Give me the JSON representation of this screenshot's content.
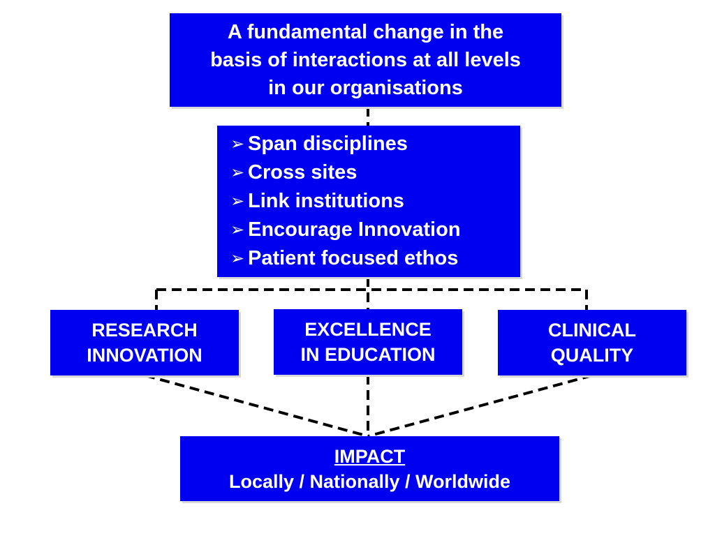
{
  "diagram": {
    "top_box": {
      "lines": [
        "A fundamental change in the",
        "basis of interactions at all levels",
        "in our organisations"
      ]
    },
    "bullet_box": {
      "bullet_glyph": "➢",
      "items": [
        "Span disciplines",
        "Cross sites",
        "Link institutions",
        "Encourage Innovation",
        "Patient focused ethos"
      ]
    },
    "pillars": {
      "research": {
        "line1": "RESEARCH",
        "line2": "INNOVATION"
      },
      "education": {
        "line1": "EXCELLENCE",
        "line2": "IN EDUCATION"
      },
      "clinical": {
        "line1": "CLINICAL",
        "line2": "QUALITY"
      }
    },
    "impact_box": {
      "title": "IMPACT",
      "subtitle": "Locally / Nationally / Worldwide"
    }
  },
  "colors": {
    "box_fill": "#0000f0",
    "box_text": "#ffffff",
    "connector": "#000000",
    "background": "#ffffff"
  }
}
